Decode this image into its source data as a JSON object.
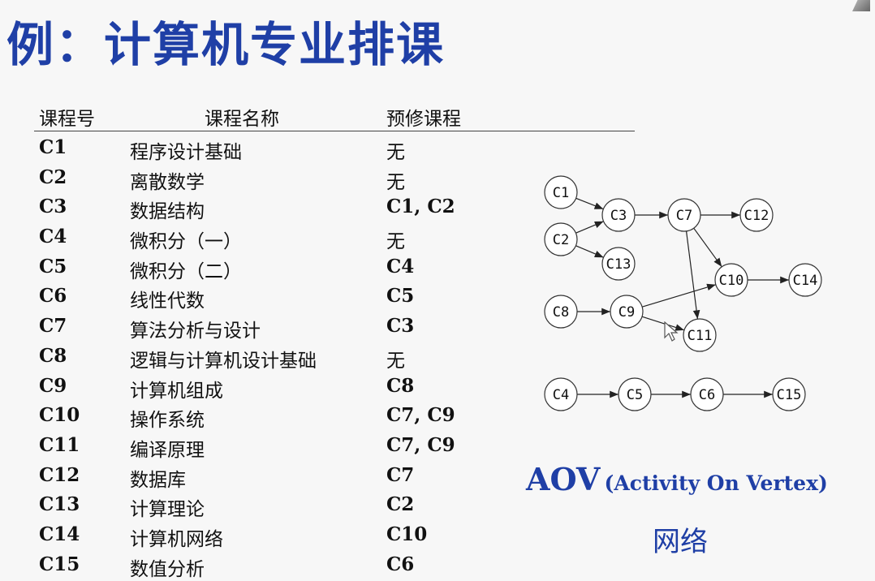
{
  "title": "例：计算机专业排课",
  "table": {
    "headers": [
      "课程号",
      "课程名称",
      "预修课程"
    ],
    "rows": [
      {
        "code": "C1",
        "name": "程序设计基础",
        "prereq": "无"
      },
      {
        "code": "C2",
        "name": "离散数学",
        "prereq": "无"
      },
      {
        "code": "C3",
        "name": "数据结构",
        "prereq": "C1, C2"
      },
      {
        "code": "C4",
        "name": "微积分（一）",
        "prereq": "无"
      },
      {
        "code": "C5",
        "name": "微积分（二）",
        "prereq": "C4"
      },
      {
        "code": "C6",
        "name": "线性代数",
        "prereq": "C5"
      },
      {
        "code": "C7",
        "name": "算法分析与设计",
        "prereq": "C3"
      },
      {
        "code": "C8",
        "name": "逻辑与计算机设计基础",
        "prereq": "无"
      },
      {
        "code": "C9",
        "name": "计算机组成",
        "prereq": "C8"
      },
      {
        "code": "C10",
        "name": "操作系统",
        "prereq": "C7, C9"
      },
      {
        "code": "C11",
        "name": "编译原理",
        "prereq": "C7, C9"
      },
      {
        "code": "C12",
        "name": "数据库",
        "prereq": "C7"
      },
      {
        "code": "C13",
        "name": "计算理论",
        "prereq": "C2"
      },
      {
        "code": "C14",
        "name": "计算机网络",
        "prereq": "C10"
      },
      {
        "code": "C15",
        "name": "数值分析",
        "prereq": "C6"
      }
    ]
  },
  "graph": {
    "nodes": [
      "C1",
      "C2",
      "C3",
      "C4",
      "C5",
      "C6",
      "C7",
      "C8",
      "C9",
      "C10",
      "C11",
      "C12",
      "C13",
      "C14",
      "C15"
    ],
    "edges": [
      [
        "C1",
        "C3"
      ],
      [
        "C2",
        "C3"
      ],
      [
        "C2",
        "C13"
      ],
      [
        "C3",
        "C7"
      ],
      [
        "C7",
        "C12"
      ],
      [
        "C7",
        "C10"
      ],
      [
        "C7",
        "C11"
      ],
      [
        "C8",
        "C9"
      ],
      [
        "C9",
        "C10"
      ],
      [
        "C9",
        "C11"
      ],
      [
        "C10",
        "C14"
      ],
      [
        "C4",
        "C5"
      ],
      [
        "C5",
        "C6"
      ],
      [
        "C6",
        "C15"
      ]
    ]
  },
  "caption": {
    "aov": "AOV",
    "expansion": "(Activity On Vertex)",
    "network": "网络"
  },
  "colors": {
    "accent": "#1f3fa6",
    "node_fill": "#ffffff",
    "node_stroke": "#333333"
  }
}
